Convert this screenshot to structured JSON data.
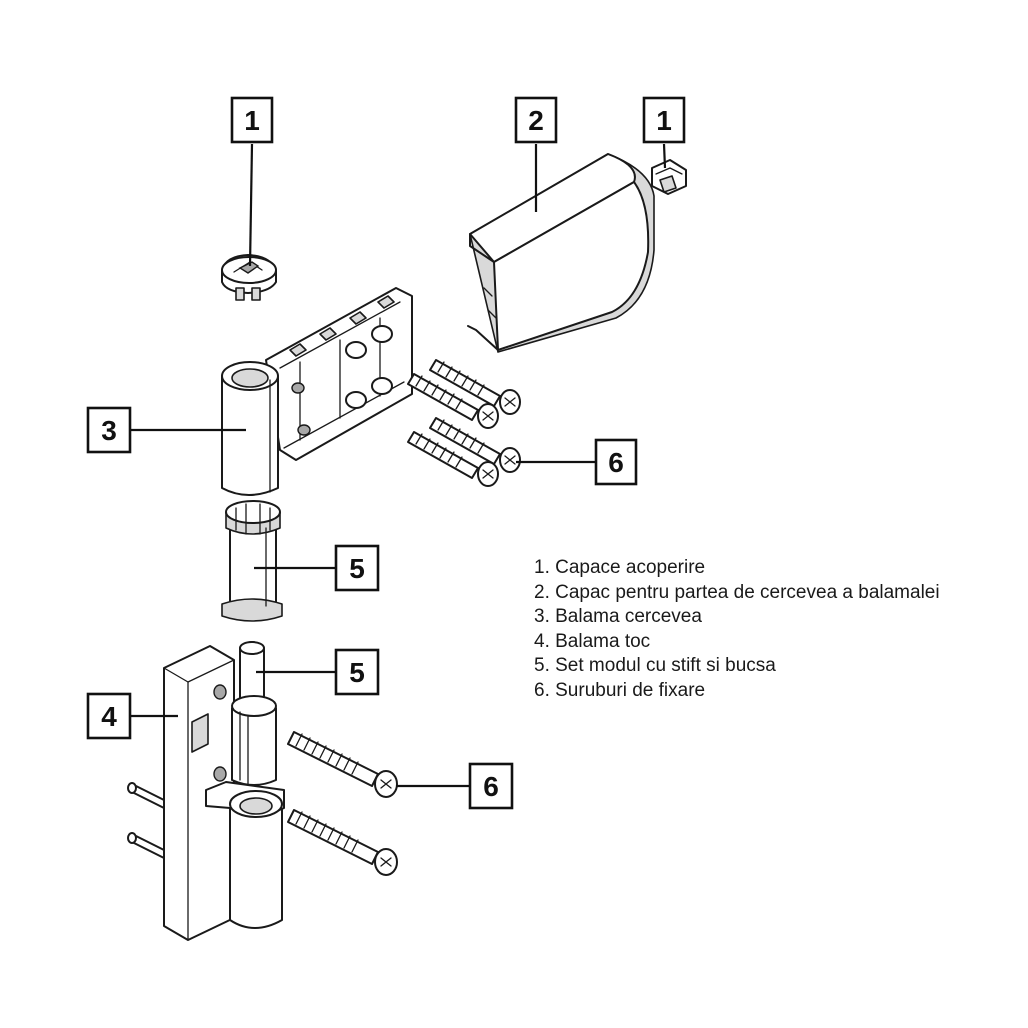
{
  "callouts": [
    {
      "id": "c1a",
      "label": "1"
    },
    {
      "id": "c2",
      "label": "2"
    },
    {
      "id": "c1b",
      "label": "1"
    },
    {
      "id": "c3",
      "label": "3"
    },
    {
      "id": "c6a",
      "label": "6"
    },
    {
      "id": "c5a",
      "label": "5"
    },
    {
      "id": "c5b",
      "label": "5"
    },
    {
      "id": "c4",
      "label": "4"
    },
    {
      "id": "c6b",
      "label": "6"
    }
  ],
  "legend": [
    "1. Capace acoperire",
    "2. Capac pentru partea de cercevea a balamalei",
    "3. Balama cercevea",
    "4. Balama toc",
    "5. Set modul cu stift si bucsa",
    "6. Suruburi de fixare"
  ]
}
